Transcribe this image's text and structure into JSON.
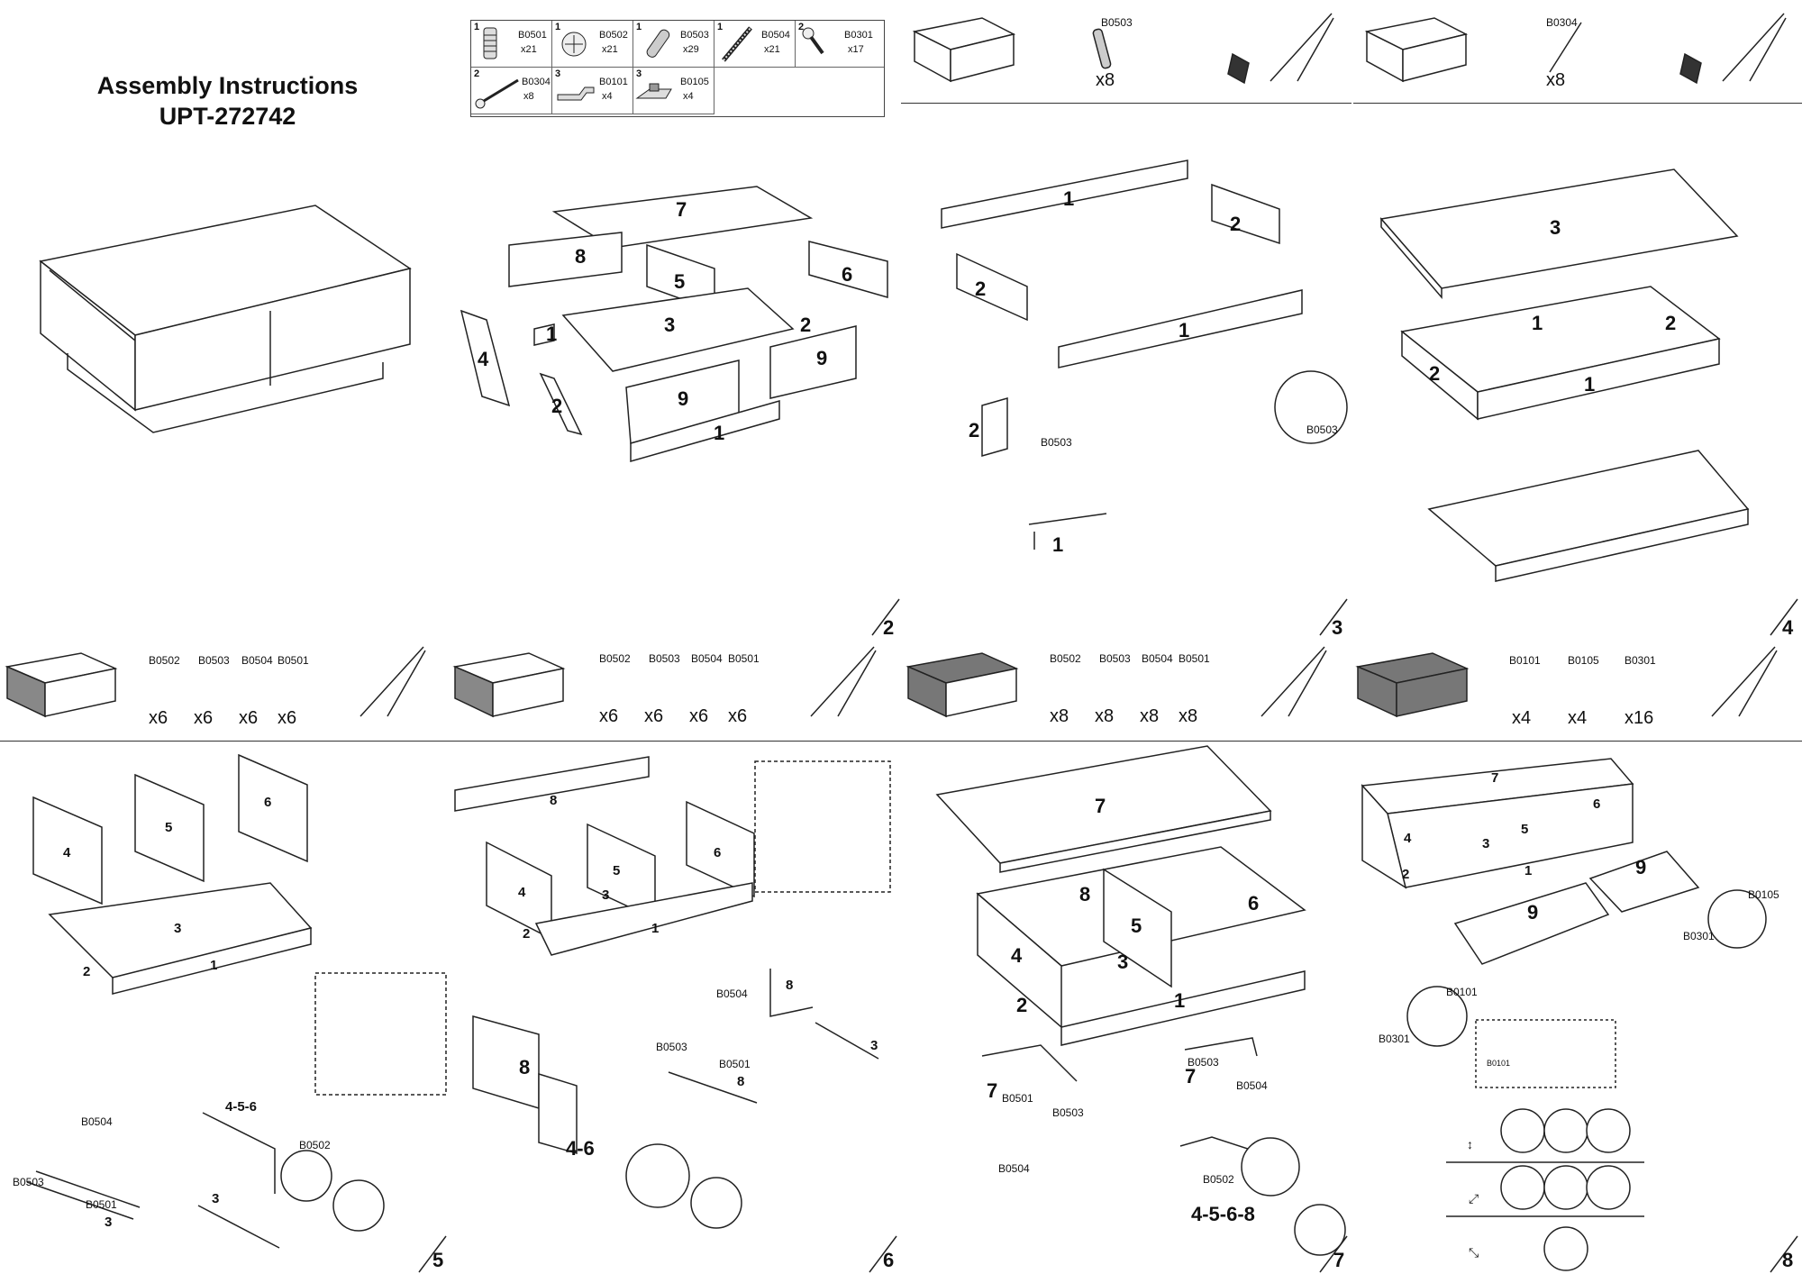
{
  "title": {
    "line1": "Assembly Instructions",
    "line2": "UPT-272742"
  },
  "parts_table": [
    {
      "n": "1",
      "code": "B0501",
      "qty": "x21"
    },
    {
      "n": "1",
      "code": "B0502",
      "qty": "x21"
    },
    {
      "n": "1",
      "code": "B0503",
      "qty": "x29"
    },
    {
      "n": "1",
      "code": "B0504",
      "qty": "x21"
    },
    {
      "n": "2",
      "code": "B0301",
      "qty": "x17"
    },
    {
      "n": "2",
      "code": "B0304",
      "qty": "x8"
    },
    {
      "n": "3",
      "code": "B0101",
      "qty": "x4"
    },
    {
      "n": "3",
      "code": "B0105",
      "qty": "x4"
    }
  ],
  "exploded": {
    "p7": "7",
    "p8": "8",
    "p5": "5",
    "p6": "6",
    "p3": "3",
    "p1a": "1",
    "p2a": "2",
    "p4": "4",
    "p9a": "9",
    "p9b": "9",
    "p2b": "2",
    "p1b": "1"
  },
  "step2": {
    "num": "2",
    "code": "B0503",
    "qty": "x8",
    "lbl1": "1",
    "lbl2a": "2",
    "lbl2b": "2",
    "lbl1b": "1",
    "detail_code": "B0503",
    "detail_panel": "2",
    "detail_code2": "B0503",
    "detail_bottom": "1"
  },
  "step3": {
    "num": "3",
    "code": "B0304",
    "qty": "x8",
    "lbl3": "3",
    "lbl1": "1",
    "lbl2a": "2",
    "lbl2b": "2",
    "lbl1b": "1"
  },
  "step4": {
    "num": "4"
  },
  "step5": {
    "num": "5",
    "codes": [
      "B0502",
      "B0503",
      "B0504",
      "B0501"
    ],
    "qtys": [
      "x6",
      "x6",
      "x6",
      "x6"
    ],
    "l4": "4",
    "l5": "5",
    "l6": "6",
    "l3": "3",
    "l2": "2",
    "l1": "1",
    "c504": "B0504",
    "c503": "B0503",
    "c501": "B0501",
    "c3": "3",
    "c456": "4-5-6",
    "c3b": "3",
    "c502": "B0502"
  },
  "step6": {
    "num": "6",
    "codes": [
      "B0502",
      "B0503",
      "B0504",
      "B0501"
    ],
    "qtys": [
      "x6",
      "x6",
      "x6",
      "x6"
    ],
    "l8": "8",
    "l4": "4",
    "l5": "5",
    "l3": "3",
    "l6": "6",
    "l2": "2",
    "l1": "1",
    "c504": "B0504",
    "c503": "B0503",
    "c501": "B0501",
    "c8": "8",
    "c8b": "8",
    "c3": "3",
    "c8c": "8",
    "c46": "4-6"
  },
  "step7": {
    "num": "7",
    "codes": [
      "B0502",
      "B0503",
      "B0504",
      "B0501"
    ],
    "qtys": [
      "x8",
      "x8",
      "x8",
      "x8"
    ],
    "l7": "7",
    "l8": "8",
    "l5": "5",
    "l6": "6",
    "l4": "4",
    "l3": "3",
    "l2": "2",
    "l1": "1",
    "c7": "7",
    "c501": "B0501",
    "c503": "B0503",
    "c504": "B0504",
    "c7b": "7",
    "c503b": "B0503",
    "c504b": "B0504",
    "c502": "B0502",
    "c4568": "4-5-6-8"
  },
  "step8": {
    "num": "8",
    "codes": [
      "B0101",
      "B0105",
      "B0301"
    ],
    "qtys": [
      "x4",
      "x4",
      "x16"
    ],
    "l7": "7",
    "l4": "4",
    "l6": "6",
    "l5": "5",
    "l3": "3",
    "l2": "2",
    "l1": "1",
    "l9a": "9",
    "l9b": "9",
    "c105": "B0105",
    "c301": "B0301",
    "c101": "B0101",
    "c301b": "B0301",
    "c101s": "B0101"
  }
}
